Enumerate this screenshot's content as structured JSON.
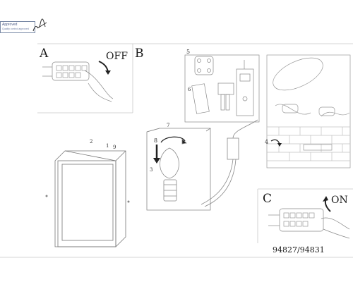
{
  "stamp": {
    "title": "Approved",
    "subtitle": "Quality control approved"
  },
  "panels": {
    "a": "A",
    "b": "B",
    "c": "C"
  },
  "labels": {
    "off": "OFF",
    "on": "ON"
  },
  "steps": {
    "s1": "1",
    "s2": "2",
    "s3": "3",
    "s4": "4",
    "s5": "5",
    "s6": "6",
    "s7": "7",
    "s8": "8",
    "s9": "9"
  },
  "model_numbers": "94827/94831",
  "icons": [
    "hand-switch-off-icon",
    "arrow-curve-icon",
    "hand-switch-on-icon",
    "screw-icon",
    "bulb-icon",
    "mounting-bracket-icon",
    "terminal-block-icon",
    "cable-icon",
    "wall-plug-icon",
    "magnifier-callout-icon"
  ]
}
